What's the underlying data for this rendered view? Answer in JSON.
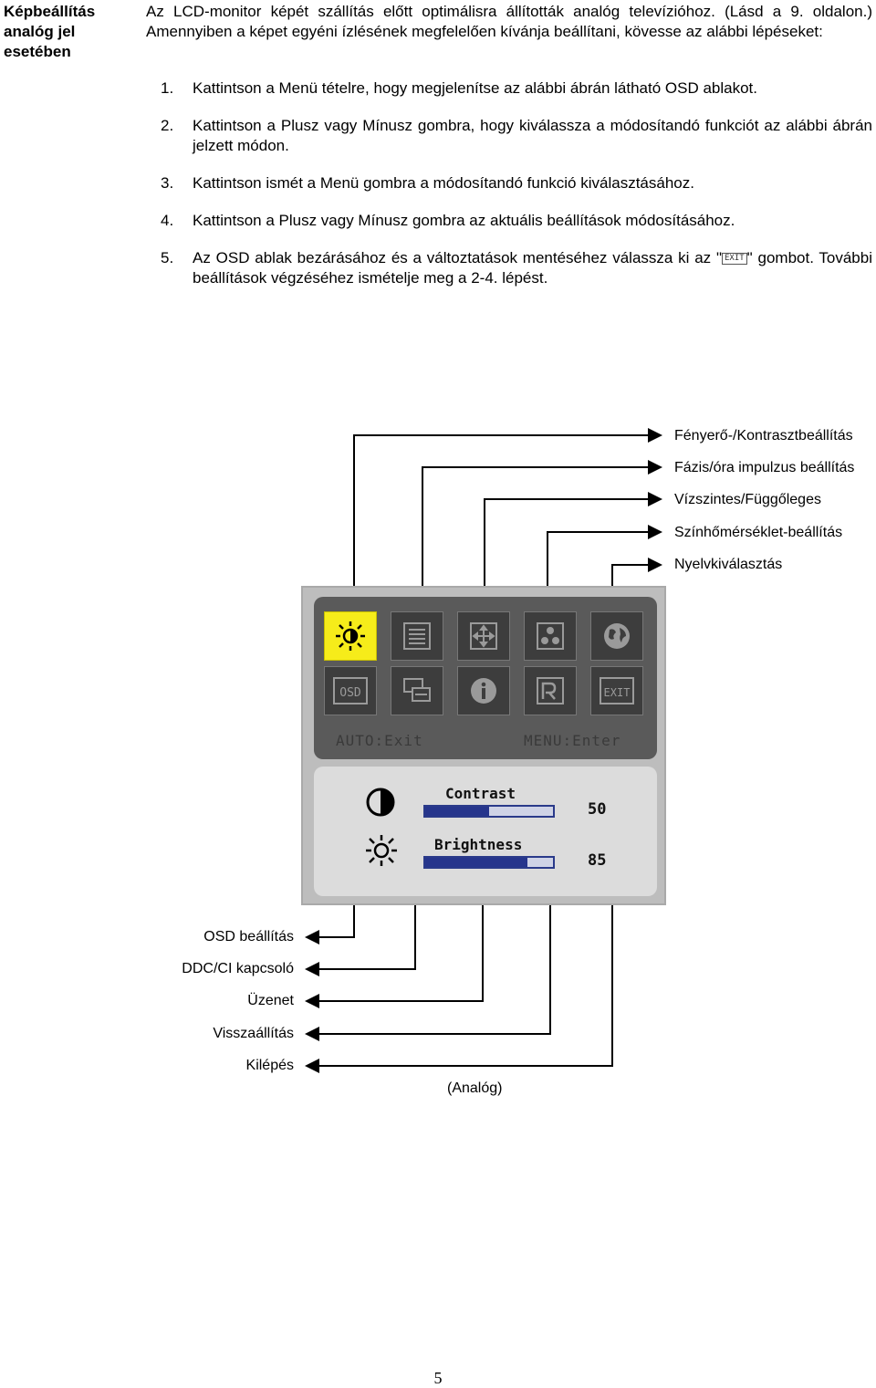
{
  "side_title": "Képbeállítás analóg jel esetében",
  "intro": "Az LCD-monitor képét szállítás előtt optimálisra állították analóg televízióhoz. (Lásd a 9. oldalon.) Amennyiben a képet egyéni ízlésének megfelelően kívánja beállítani, kövesse az alábbi lépéseket:",
  "steps": [
    {
      "num": "1.",
      "text": "Kattintson a Menü tételre, hogy megjelenítse az alábbi ábrán látható OSD ablakot."
    },
    {
      "num": "2.",
      "text": "Kattintson a Plusz vagy Mínusz gombra, hogy kiválassza a módosítandó funkciót az alábbi ábrán jelzett módon."
    },
    {
      "num": "3.",
      "text": "Kattintson ismét a Menü gombra a módosítandó funkció kiválasztásához."
    },
    {
      "num": "4.",
      "text": "Kattintson a Plusz vagy Mínusz gombra az aktuális beállítások módosításához."
    },
    {
      "num": "5.",
      "text_before": "Az OSD ablak bezárásához és a változtatások mentéséhez válassza ki az \"",
      "exit_label": "EXIT",
      "text_after": "\" gombot. További beállítások végzéséhez ismételje meg a 2-4. lépést."
    }
  ],
  "diagram": {
    "right_labels": [
      "Fényerő-/Kontrasztbeállítás",
      "Fázis/óra impulzus beállítás",
      "Vízszintes/Függőleges",
      "Színhőmérséklet-beállítás",
      "Nyelvkiválasztás"
    ],
    "left_labels": [
      "OSD beállítás",
      "DDC/CI kapcsoló",
      "Üzenet",
      "Visszaállítás",
      "Kilépés"
    ],
    "caption": "(Analóg)",
    "osd": {
      "top_icons": [
        "brightness-icon",
        "phase-clock-icon",
        "position-icon",
        "color-temp-icon",
        "language-globe-icon"
      ],
      "bottom_icons": [
        "osd-icon",
        "ddcci-icon",
        "info-icon",
        "reset-icon",
        "exit-icon"
      ],
      "osd_icon_text": "OSD",
      "exit_icon_text": "EXIT",
      "hint_left": "AUTO:Exit",
      "hint_right": "MENU:Enter",
      "contrast_label": "Contrast",
      "contrast_value": "50",
      "contrast_level": 0.5,
      "brightness_label": "Brightness",
      "brightness_value": "85",
      "brightness_level": 0.8
    }
  },
  "page_number": "5"
}
